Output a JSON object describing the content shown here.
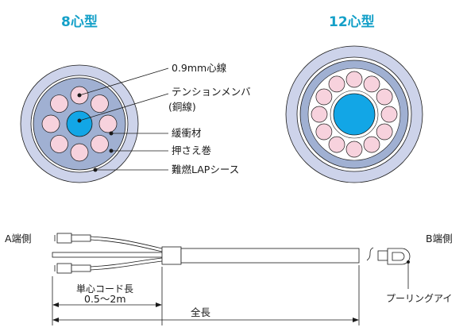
{
  "titles": {
    "left": "8心型",
    "right": "12心型"
  },
  "callouts": {
    "fiber": "0.9mm心線",
    "tension_member_1": "テンションメンバ",
    "tension_member_2": "(銅線)",
    "buffer": "緩衝材",
    "wrap": "押さえ巻",
    "sheath": "難燃LAPシース"
  },
  "cable_labels": {
    "a_side": "A端側",
    "b_side": "B端側",
    "single_cord": "単心コード長",
    "single_cord_range": "0.5～2m",
    "total_length": "全長",
    "pulling_eye": "プーリングアイ"
  },
  "colors": {
    "title": "#14a0c8",
    "sheath": "#cdd3ea",
    "buffer": "#a0b0d2",
    "fiber": "#f7d2dd",
    "tension_member": "#12a6e6"
  }
}
